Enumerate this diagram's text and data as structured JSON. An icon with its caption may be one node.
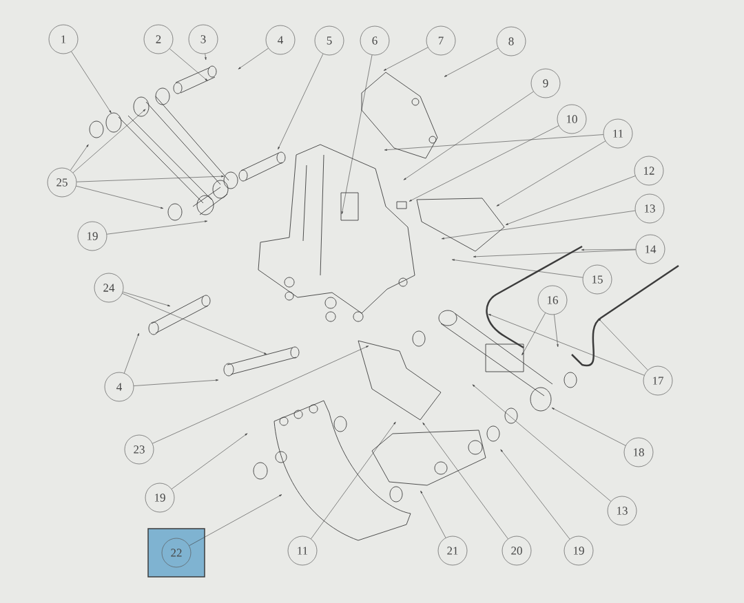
{
  "diagram": {
    "nodes": [
      {
        "text": [
          "1"
        ]
      },
      {
        "text": [
          "2"
        ]
      },
      {
        "text": [
          "3"
        ]
      },
      {
        "text": [
          "4"
        ]
      },
      {
        "text": [
          "5"
        ]
      },
      {
        "text": [
          "6"
        ]
      },
      {
        "text": [
          "7"
        ]
      },
      {
        "text": [
          "8"
        ]
      },
      {
        "text": [
          "9"
        ]
      },
      {
        "text": [
          "10"
        ]
      },
      {
        "text": [
          "11"
        ]
      },
      {
        "text": [
          "12"
        ]
      },
      {
        "text": [
          "25"
        ]
      },
      {
        "text": [
          "13"
        ]
      },
      {
        "text": [
          "19"
        ]
      },
      {
        "text": [
          "14"
        ]
      },
      {
        "text": [
          "15"
        ]
      },
      {
        "text": [
          "24"
        ]
      },
      {
        "text": [
          "16"
        ]
      },
      {
        "text": [
          "17"
        ]
      },
      {
        "text": [
          "4"
        ]
      },
      {
        "text": [
          "23"
        ]
      },
      {
        "text": [
          "18"
        ]
      },
      {
        "text": [
          "19"
        ]
      },
      {
        "text": [
          "13"
        ]
      },
      {
        "text": [],
        "shape": "box"
      },
      {
        "text": [
          "22"
        ],
        "in": 25
      },
      {
        "text": [
          "11"
        ]
      },
      {
        "text": [
          "21"
        ]
      },
      {
        "text": [
          "20"
        ]
      },
      {
        "text": [
          "19"
        ]
      }
    ],
    "edges": [
      {
        "from": 0,
        "to": null,
        "arrow": "to"
      },
      {
        "from": 1,
        "to": null,
        "arrow": "to"
      },
      {
        "from": 2,
        "to": null,
        "arrow": "to"
      },
      {
        "from": 3,
        "to": null,
        "arrow": "to"
      },
      {
        "from": 4,
        "to": null,
        "arrow": "to"
      },
      {
        "from": 5,
        "to": null,
        "arrow": "to"
      },
      {
        "from": 6,
        "to": null,
        "arrow": "to"
      },
      {
        "from": 7,
        "to": null,
        "arrow": "to"
      },
      {
        "from": 8,
        "to": null,
        "arrow": "to"
      },
      {
        "from": 9,
        "to": null,
        "arrow": "to"
      },
      {
        "from": 10,
        "to": null,
        "arrow": "to"
      },
      {
        "from": 10,
        "to": null,
        "arrow": "to"
      },
      {
        "from": 11,
        "to": null,
        "arrow": "to"
      },
      {
        "from": 12,
        "to": null,
        "arrow": "to"
      },
      {
        "from": 12,
        "to": null,
        "arrow": "to"
      },
      {
        "from": 12,
        "to": null,
        "arrow": "to"
      },
      {
        "from": 12,
        "to": null,
        "arrow": "to"
      },
      {
        "from": 13,
        "to": null,
        "arrow": "to"
      },
      {
        "from": 14,
        "to": null,
        "arrow": "to"
      },
      {
        "from": 15,
        "to": null,
        "arrow": "to"
      },
      {
        "from": 15,
        "to": null,
        "arrow": "to"
      },
      {
        "from": 16,
        "to": null,
        "arrow": "to"
      },
      {
        "from": 17,
        "to": null,
        "arrow": "to"
      },
      {
        "from": 17,
        "to": null,
        "arrow": "to"
      },
      {
        "from": 18,
        "to": null,
        "arrow": "to"
      },
      {
        "from": 18,
        "to": null,
        "arrow": "to"
      },
      {
        "from": 19,
        "to": null,
        "arrow": "to"
      },
      {
        "from": 19,
        "to": null,
        "arrow": "to"
      },
      {
        "from": 20,
        "to": null,
        "arrow": "to"
      },
      {
        "from": 20,
        "to": null,
        "arrow": "to"
      },
      {
        "from": 21,
        "to": null,
        "arrow": "to"
      },
      {
        "from": 22,
        "to": null,
        "arrow": "to"
      },
      {
        "from": 23,
        "to": null,
        "arrow": "to"
      },
      {
        "from": 24,
        "to": null,
        "arrow": "to"
      },
      {
        "from": 26,
        "to": null,
        "arrow": "to"
      },
      {
        "from": 27,
        "to": null,
        "arrow": "to"
      },
      {
        "from": 28,
        "to": null,
        "arrow": "to"
      },
      {
        "from": 29,
        "to": null,
        "arrow": "to"
      },
      {
        "from": 30,
        "to": null,
        "arrow": "to"
      }
    ]
  }
}
